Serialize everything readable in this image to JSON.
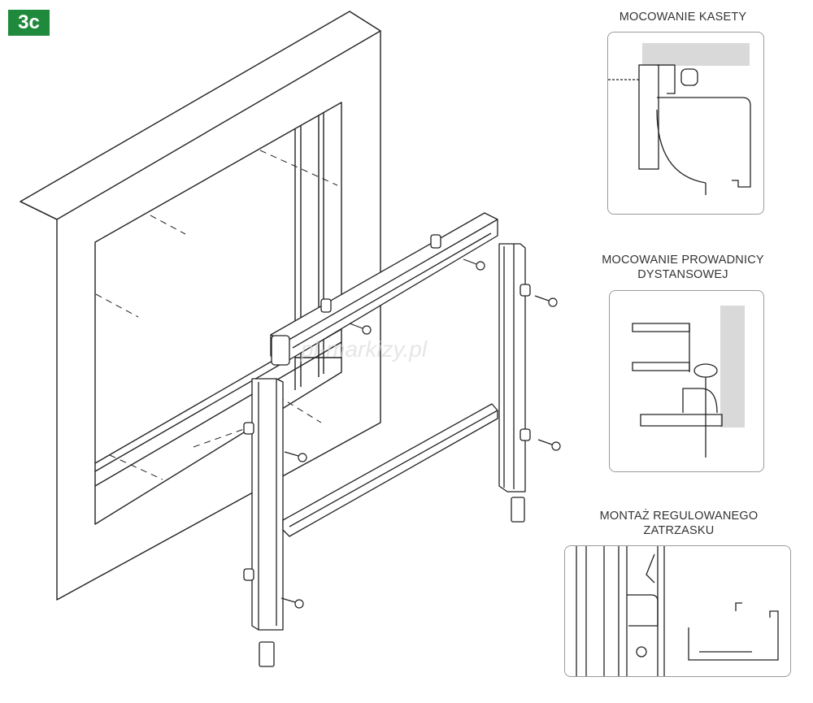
{
  "badge": {
    "label": "3c"
  },
  "details": [
    {
      "caption": "MOCOWANIE KASETY"
    },
    {
      "caption_line1": "MOCOWANIE PROWADNICY",
      "caption_line2": "DYSTANSOWEJ"
    },
    {
      "caption_line1": "MONTAŻ REGULOWANEGO",
      "caption_line2": "ZATRZASKU"
    }
  ],
  "watermark": "pl-markizy.pl",
  "colors": {
    "badge": "#1f8a3b",
    "line": "#222222",
    "wall_shade": "#d9d9d9"
  }
}
